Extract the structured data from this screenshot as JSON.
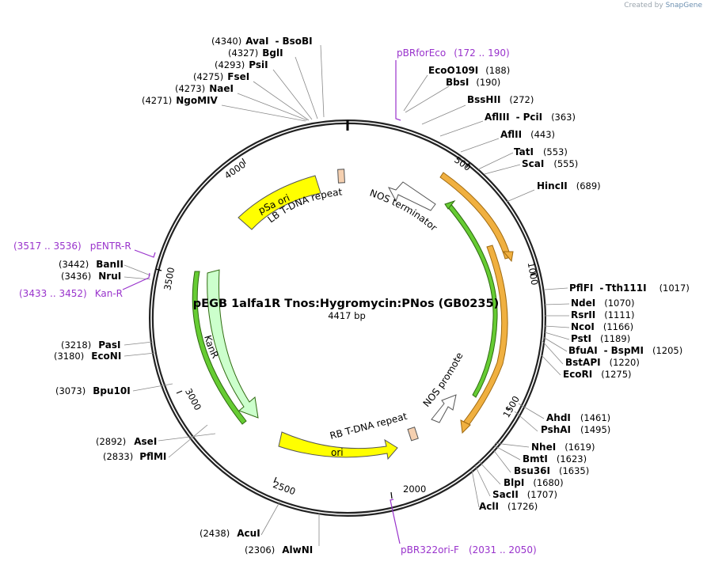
{
  "title": "pEGB 1alfa1R Tnos:Hygromycin:PNos (GB0235)",
  "subtitle": "4417 bp",
  "credit": {
    "prefix": "Created by",
    "brand": "SnapGene"
  },
  "ticks": [
    "500",
    "1000",
    "1500",
    "2000",
    "2500",
    "3000",
    "3500",
    "4000"
  ],
  "sites": {
    "s4340": {
      "pos": "(4340)",
      "name": "AvaI",
      "sep": "-",
      "name2": "BsoBI"
    },
    "s4327": {
      "pos": "(4327)",
      "name": "BglI"
    },
    "s4293": {
      "pos": "(4293)",
      "name": "PsiI"
    },
    "s4275": {
      "pos": "(4275)",
      "name": "FseI"
    },
    "s4273": {
      "pos": "(4273)",
      "name": "NaeI"
    },
    "s4271": {
      "pos": "(4271)",
      "name": "NgoMIV"
    },
    "s188": {
      "name": "EcoO109I",
      "pos": "(188)"
    },
    "s190": {
      "name": "BbsI",
      "pos": "(190)"
    },
    "s272": {
      "name": "BssHII",
      "pos": "(272)"
    },
    "s363": {
      "name": "AflIII",
      "sep": "-",
      "name2": "PciI",
      "pos": "(363)"
    },
    "s443": {
      "name": "AflII",
      "pos": "(443)"
    },
    "s553": {
      "name": "TatI",
      "pos": "(553)"
    },
    "s555": {
      "name": "ScaI",
      "pos": "(555)"
    },
    "s689": {
      "name": "HincII",
      "pos": "(689)"
    },
    "s1017": {
      "name": "PflFI",
      "sep": "-",
      "name2": "Tth111I",
      "pos": "(1017)"
    },
    "s1070": {
      "name": "NdeI",
      "pos": "(1070)"
    },
    "s1111": {
      "name": "RsrII",
      "pos": "(1111)"
    },
    "s1166": {
      "name": "NcoI",
      "pos": "(1166)"
    },
    "s1189": {
      "name": "PstI",
      "pos": "(1189)"
    },
    "s1205": {
      "name": "BfuAI",
      "sep": "-",
      "name2": "BspMI",
      "pos": "(1205)"
    },
    "s1220": {
      "name": "BstAPI",
      "pos": "(1220)"
    },
    "s1275": {
      "name": "EcoRI",
      "pos": "(1275)"
    },
    "s1461": {
      "name": "AhdI",
      "pos": "(1461)"
    },
    "s1495": {
      "name": "PshAI",
      "pos": "(1495)"
    },
    "s1619": {
      "name": "NheI",
      "pos": "(1619)"
    },
    "s1623": {
      "name": "BmtI",
      "pos": "(1623)"
    },
    "s1635": {
      "name": "Bsu36I",
      "pos": "(1635)"
    },
    "s1680": {
      "name": "BlpI",
      "pos": "(1680)"
    },
    "s1707": {
      "name": "SacII",
      "pos": "(1707)"
    },
    "s1726": {
      "name": "AclI",
      "pos": "(1726)"
    },
    "s2306": {
      "pos": "(2306)",
      "name": "AlwNI"
    },
    "s2438": {
      "pos": "(2438)",
      "name": "AcuI"
    },
    "s2833": {
      "pos": "(2833)",
      "name": "PflMI"
    },
    "s2892": {
      "pos": "(2892)",
      "name": "AseI"
    },
    "s3073": {
      "pos": "(3073)",
      "name": "Bpu10I"
    },
    "s3180": {
      "pos": "(3180)",
      "name": "EcoNI"
    },
    "s3218": {
      "pos": "(3218)",
      "name": "PasI"
    },
    "s3436": {
      "pos": "(3436)",
      "name": "NruI"
    },
    "s3442": {
      "pos": "(3442)",
      "name": "BanII"
    }
  },
  "primers": {
    "pBRforEco": {
      "name": "pBRforEco",
      "range": "(172 .. 190)"
    },
    "pENTR_R": {
      "range": "(3517 .. 3536)",
      "name": "pENTR-R"
    },
    "Kan_R": {
      "range": "(3433 .. 3452)",
      "name": "Kan-R"
    },
    "pBR322ori_F": {
      "name": "pBR322ori-F",
      "range": "(2031 .. 2050)"
    }
  },
  "features": {
    "pSa_ori": "pSa ori",
    "LB": "LB T-DNA repeat",
    "NOS_term": "NOS terminator",
    "KanR": "KanR",
    "NOS_prom": "NOS promoter",
    "RB": "RB T-DNA repeat",
    "ori": "ori"
  },
  "colors": {
    "backbone": "#222222",
    "primer": "#9933cc",
    "ori_fill": "#ffff00",
    "kanr_fill": "#ccffcc",
    "orange_arc": "#f0b040",
    "green_arc": "#339900",
    "repeat_fill": "#f5d0b0"
  }
}
